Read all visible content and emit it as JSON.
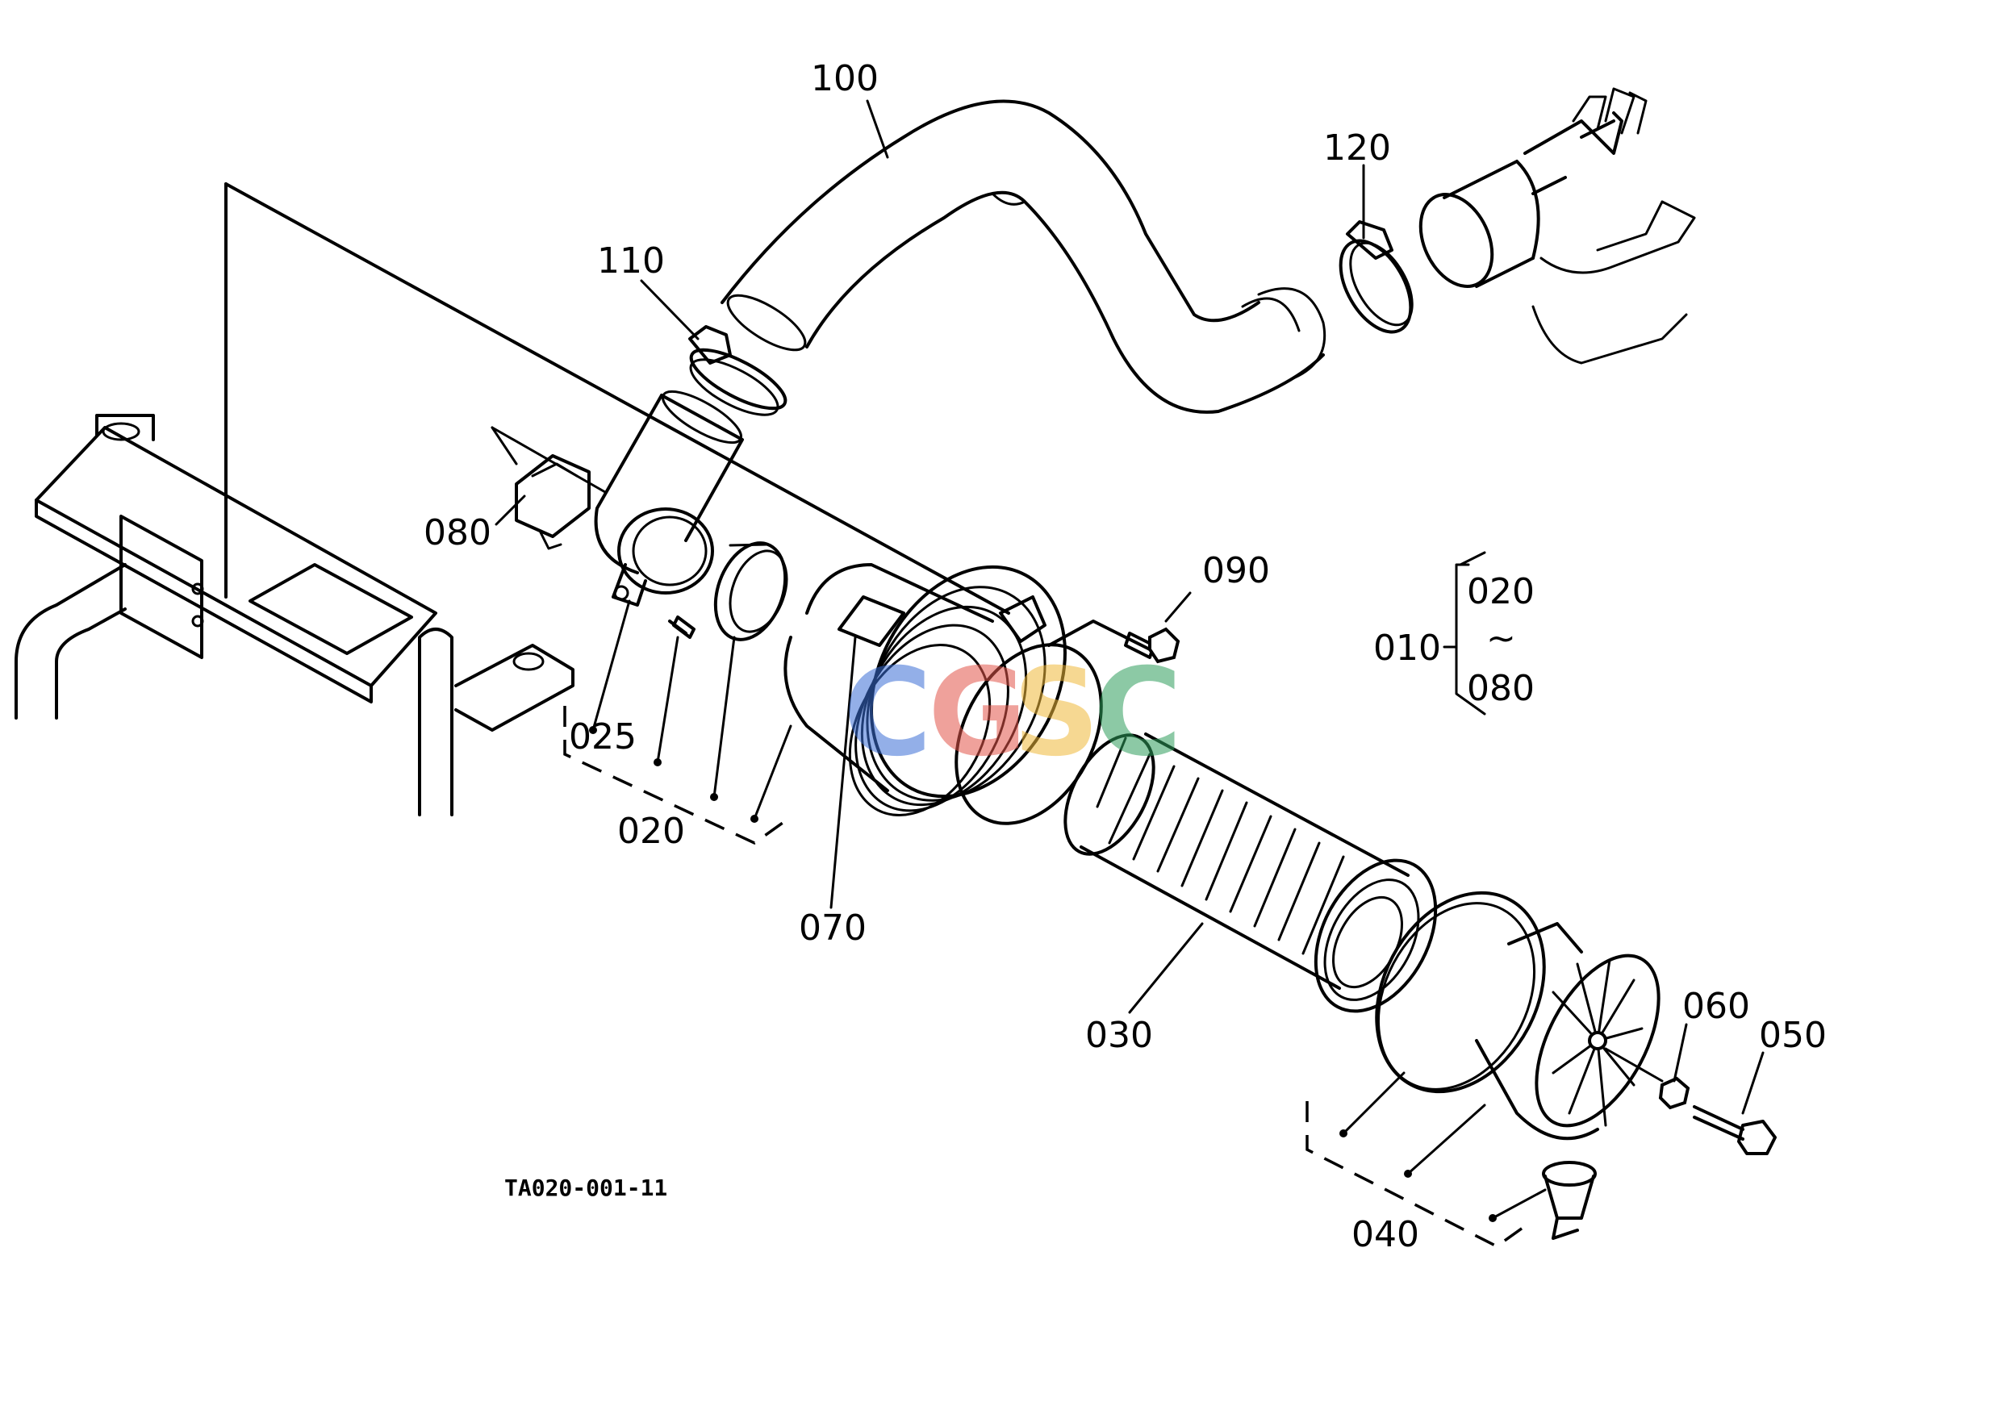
{
  "labels": {
    "p100": "100",
    "p120": "120",
    "p110": "110",
    "p080a": "080",
    "p090": "090",
    "p010": "010",
    "p020r": "020",
    "p080r": "080",
    "range_mark": "~",
    "p025": "025",
    "p020": "020",
    "p070": "070",
    "p030": "030",
    "p060": "060",
    "p050": "050",
    "p040": "040"
  },
  "drawing_code": "TA020-001-11",
  "watermark": {
    "letters": [
      "C",
      "G",
      "S",
      "C"
    ],
    "colors": [
      "#3b6fd6",
      "#e2554a",
      "#f0b93a",
      "#2f9e5c"
    ]
  }
}
